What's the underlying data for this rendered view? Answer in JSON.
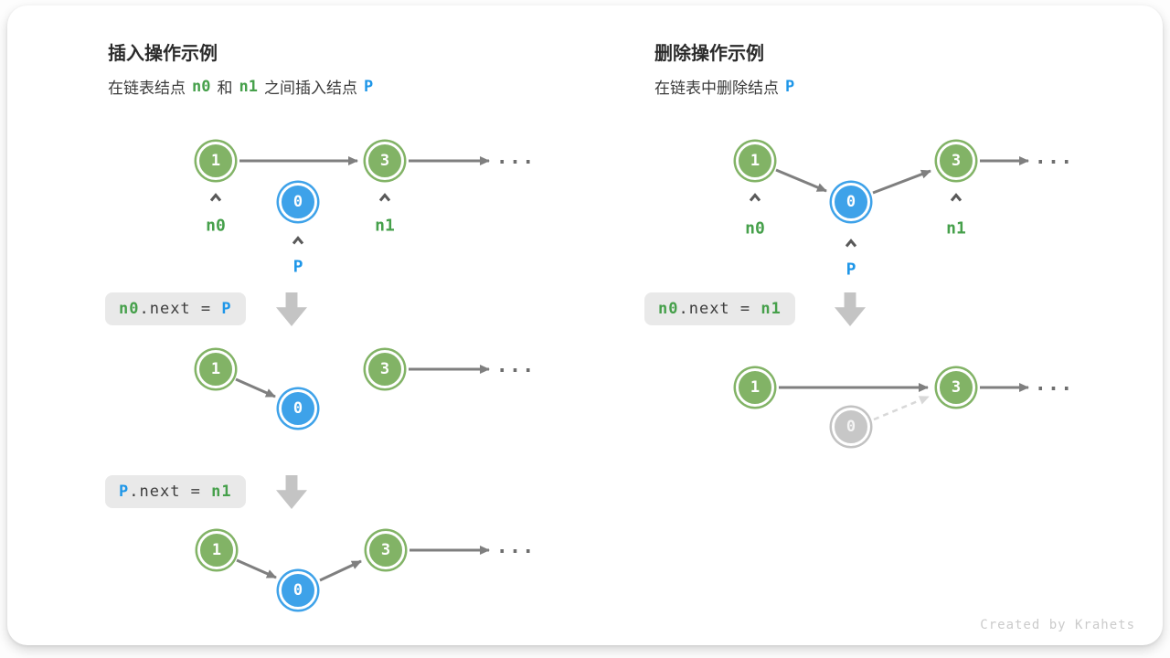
{
  "colors": {
    "node_green": "#82B366",
    "node_blue": "#3EA2E9",
    "node_gray": "#C7C7C7",
    "arrow_gray": "#7F7F7F",
    "arrow_dashed": "#D8D8D8",
    "text_green": "#46A04B",
    "text_blue": "#1E96E8",
    "code_background": "#E9E9E9"
  },
  "shared": {
    "node1": "1",
    "node3": "3",
    "node0": "0",
    "n0": "n0",
    "n1": "n1",
    "p": "P",
    "ellipsis": "..."
  },
  "insert": {
    "title": "插入操作示例",
    "subtitle": {
      "t1": "在链表结点",
      "t2": "和",
      "t3": "之间插入结点"
    },
    "step1": {
      "lhs": "n0",
      "mid": ".next = ",
      "rhs": "P"
    },
    "step2": {
      "lhs": "P",
      "mid": ".next = ",
      "rhs": "n1"
    }
  },
  "delete": {
    "title": "删除操作示例",
    "subtitle": {
      "t1": "在链表中删除结点"
    },
    "step1": {
      "lhs": "n0",
      "mid": ".next = ",
      "rhs": "n1"
    }
  },
  "footer": {
    "credit": "Created by Krahets"
  }
}
